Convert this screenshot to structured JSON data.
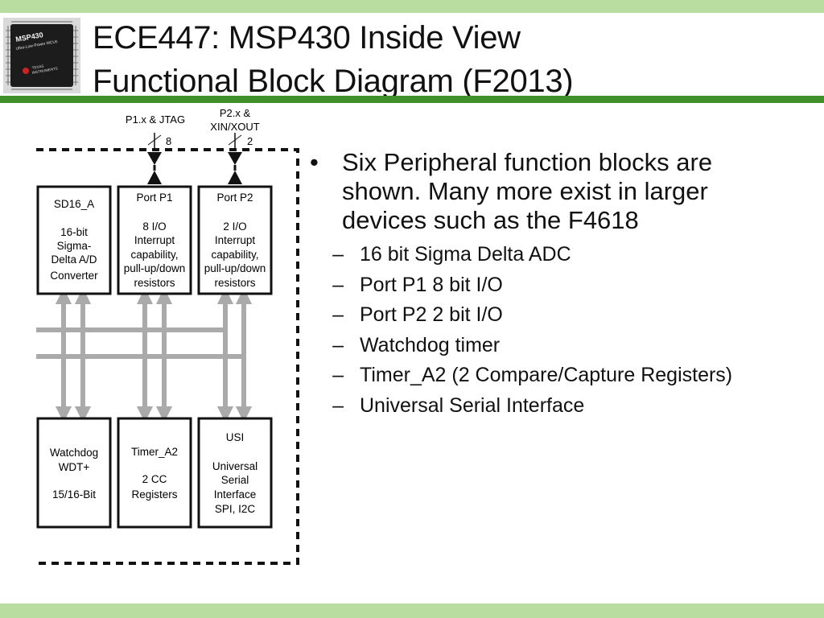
{
  "title": {
    "line1": "ECE447: MSP430 Inside View",
    "line2": "Functional Block Diagram (F2013)"
  },
  "chip_image": {
    "label_line1": "MSP430",
    "label_line2": "Ultra-Low-Power MCUs",
    "logo_line1": "TEXAS",
    "logo_line2": "INSTRUMENTS"
  },
  "diagram": {
    "pins": [
      {
        "label": "P1.x & JTAG",
        "count": "8"
      },
      {
        "label_line1": "P2.x &",
        "label_line2": "XIN/XOUT",
        "count": "2"
      }
    ],
    "top_blocks": [
      {
        "lines": [
          "SD16_A",
          "16-bit",
          "Sigma-",
          "Delta A/D",
          "Converter"
        ]
      },
      {
        "lines": [
          "Port P1",
          "8 I/O",
          "Interrupt",
          "capability,",
          "pull-up/down",
          "resistors"
        ]
      },
      {
        "lines": [
          "Port P2",
          "2 I/O",
          "Interrupt",
          "capability,",
          "pull-up/down",
          "resistors"
        ]
      }
    ],
    "bottom_blocks": [
      {
        "lines": [
          "Watchdog",
          "WDT+",
          "15/16-Bit"
        ]
      },
      {
        "lines": [
          "Timer_A2",
          "2 CC",
          "Registers"
        ]
      },
      {
        "lines": [
          "USI",
          "Universal",
          "Serial",
          "Interface",
          "SPI, I2C"
        ]
      }
    ],
    "colors": {
      "bus": "#aaaaaa",
      "block_border": "#111111"
    }
  },
  "bullets": [
    {
      "text": "Six Peripheral function blocks are shown.  Many more exist in larger devices such as the F4618",
      "subs": [
        "16 bit Sigma Delta ADC",
        "Port P1 8 bit I/O",
        "Port P2 2 bit I/O",
        "Watchdog timer",
        "Timer_A2 (2 Compare/Capture Registers)",
        "Universal Serial Interface"
      ]
    }
  ],
  "colors": {
    "band": "#b9dca1",
    "rule": "#3f8f2b"
  }
}
